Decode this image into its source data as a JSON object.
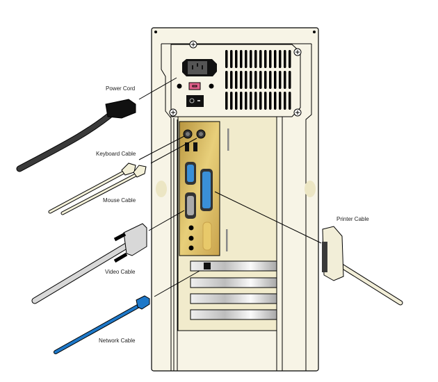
{
  "diagram": {
    "labels": {
      "power": "Power Cord",
      "keyboard": "Keyboard Cable",
      "mouse": "Mouse Cable",
      "video": "Video Cable",
      "network": "Network Cable",
      "printer": "Printer Cable"
    },
    "colors": {
      "case": "#f7f4e6",
      "io_plate": "#d9b860",
      "power_cord": "#2e2e2e",
      "ps2_cable": "#f3f0d8",
      "video_cable": "#d8d8d8",
      "network_cable": "#1e78c8",
      "printer_cable": "#f2eed8",
      "fuse": "#e0608a"
    }
  }
}
